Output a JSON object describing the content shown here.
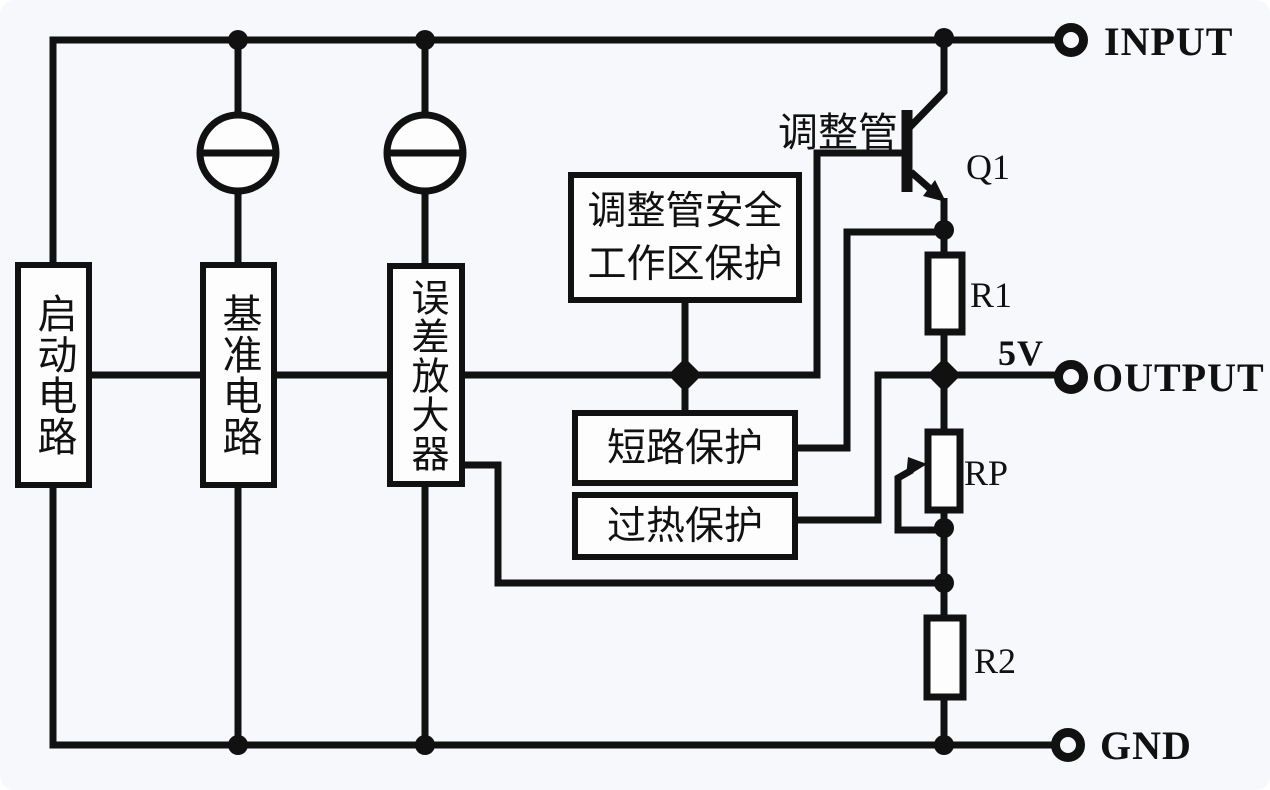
{
  "diagram": {
    "blocks": {
      "startup": "启动电路",
      "reference": "基准电路",
      "error_amplifier": "误差放大器",
      "soa_protection_line1": "调整管安全",
      "soa_protection_line2": "工作区保护",
      "short_circuit_protection": "短路保护",
      "thermal_protection": "过热保护"
    },
    "labels": {
      "pass_transistor": "调整管",
      "transistor_ref": "Q1",
      "resistor_r1": "R1",
      "potentiometer_rp": "RP",
      "resistor_r2": "R2",
      "output_voltage": "5V",
      "terminal_input": "INPUT",
      "terminal_output": "OUTPUT",
      "terminal_gnd": "GND"
    },
    "colors": {
      "line": "#111111",
      "background": "#f7f8fb",
      "box_fill": "#ffffff"
    }
  }
}
